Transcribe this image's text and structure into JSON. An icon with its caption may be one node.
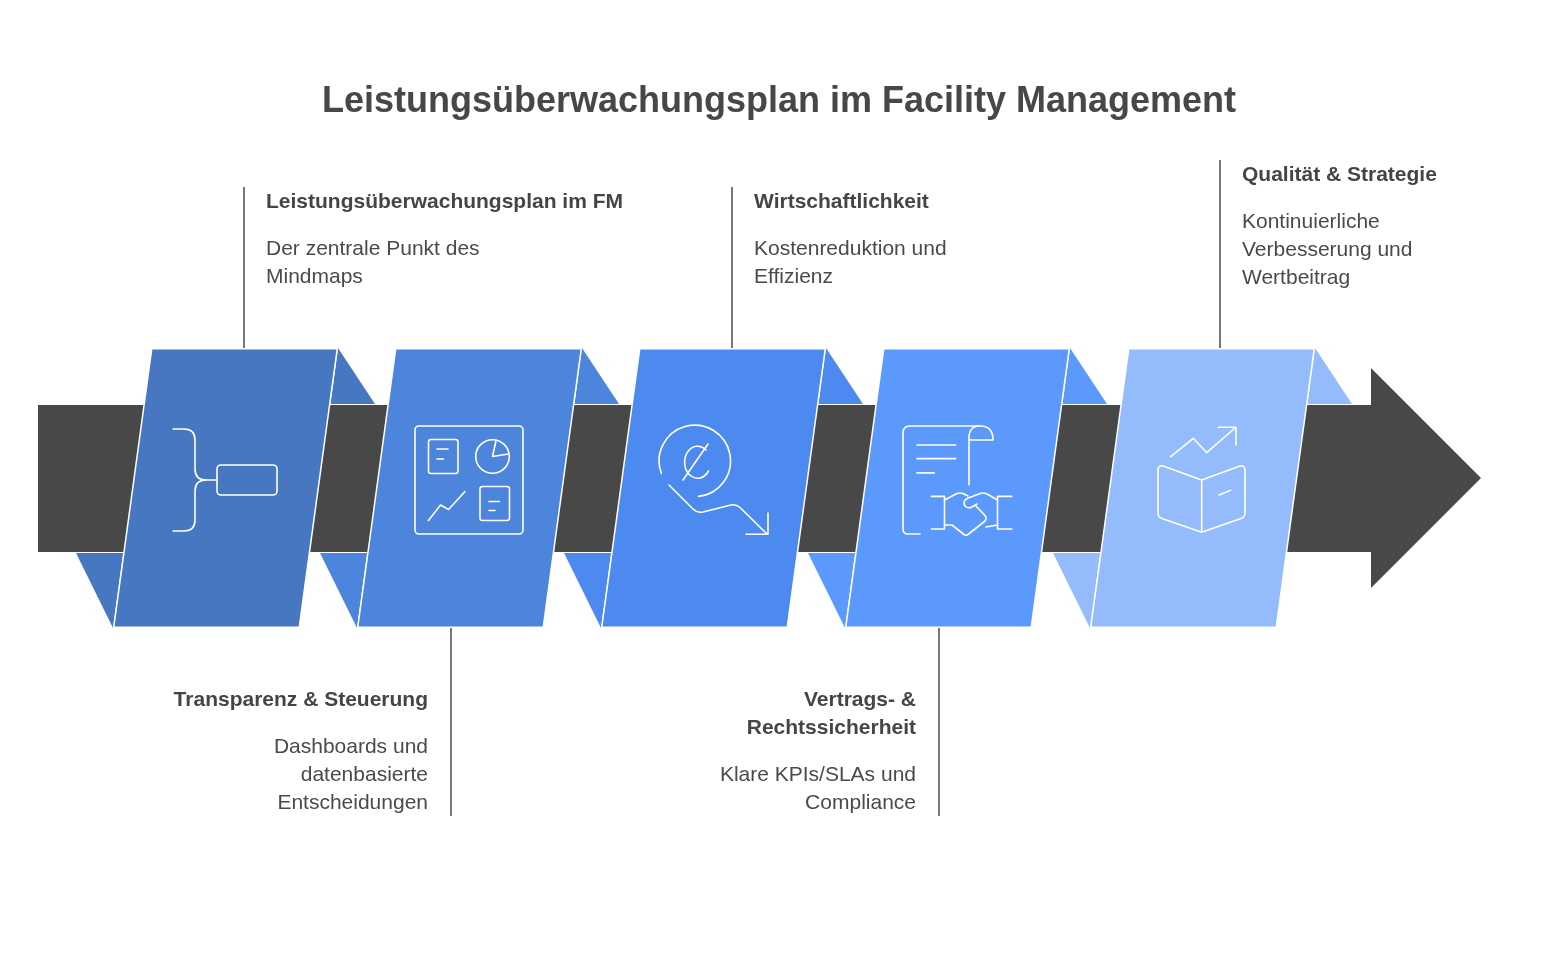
{
  "diagram": {
    "title": "Leistungsüberwachungsplan im Facility Management",
    "nodes": [
      {
        "text": [
          "Leistungsüberwachungsplan im FM",
          "Der zentrale Punkt des Mindmaps"
        ]
      },
      {
        "text": [],
        "shape": "parallelogram"
      },
      {
        "text": [
          "Transparenz & Steuerung",
          "Dashboards und datenbasierte Entscheidungen"
        ]
      },
      {
        "text": [],
        "shape": "parallelogram"
      },
      {
        "text": [
          "Wirtschaftlichkeit",
          "Kostenreduktion und Effizienz"
        ]
      },
      {
        "text": [],
        "shape": "parallelogram"
      },
      {
        "text": [
          "Vertrags- & Rechtssicherheit",
          "Klare KPIs/SLAs und Compliance"
        ]
      },
      {
        "text": [],
        "shape": "parallelogram"
      },
      {
        "text": [
          "Qualität & Strategie",
          "Kontinuierliche Verbesserung und Wertbeitrag"
        ]
      },
      {
        "text": [],
        "shape": "parallelogram"
      }
    ],
    "edges": [
      {
        "from": 0,
        "to": 1,
        "arrow": "none"
      },
      {
        "from": 2,
        "to": 3,
        "arrow": "none"
      },
      {
        "from": 4,
        "to": 5,
        "arrow": "none"
      },
      {
        "from": 6,
        "to": 7,
        "arrow": "none"
      },
      {
        "from": 8,
        "to": 9,
        "arrow": "none"
      }
    ]
  }
}
